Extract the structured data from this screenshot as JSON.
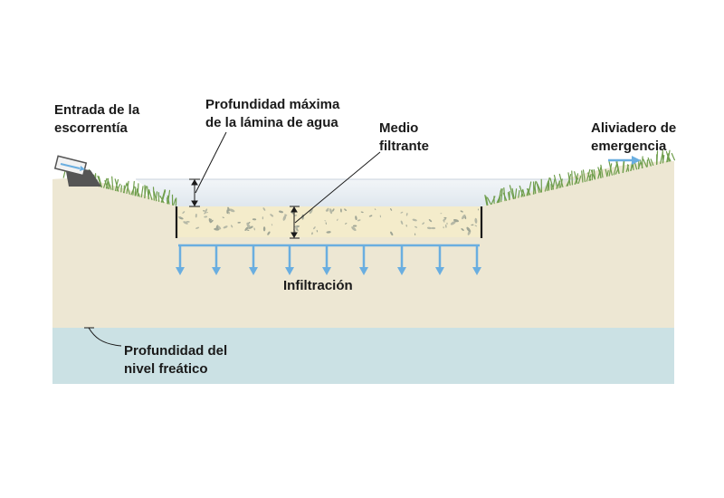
{
  "labels": {
    "inlet": [
      "Entrada de la",
      "escorrentía"
    ],
    "max_depth": [
      "Profundidad máxima",
      "de la lámina de agua"
    ],
    "filter_media": [
      "Medio",
      "filtrante"
    ],
    "overflow": [
      "Aliviadero de",
      "emergencia"
    ],
    "infiltration": "Infiltración",
    "water_table": [
      "Profundidad del",
      "nivel freático"
    ]
  },
  "colors": {
    "soil": "#ede7d3",
    "groundwater": "#cbe1e4",
    "ponded_water": "#dfe7ee",
    "filter_media": "#f4eccb",
    "arrows": "#6aaee0",
    "grass": "#6f9e4c",
    "lines": "#1a1a1a"
  },
  "icons": [
    "inlet-pipe-icon",
    "overflow-arrow-icon",
    "infiltration-arrow-icon",
    "grass-icon"
  ]
}
